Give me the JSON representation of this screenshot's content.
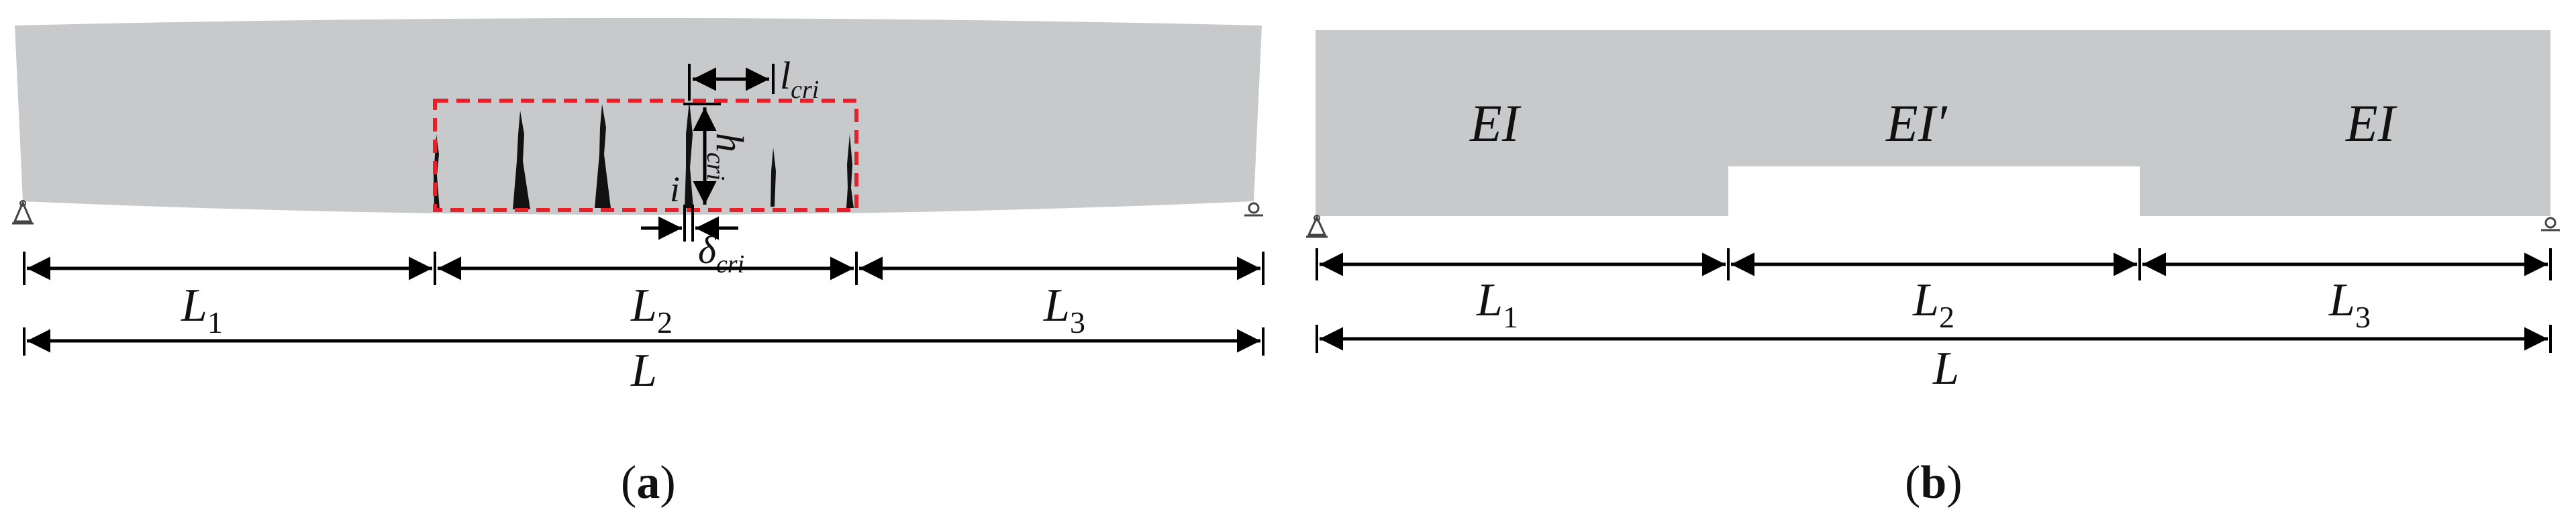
{
  "panel_a": {
    "caption_label": "a",
    "seg1": {
      "main": "L",
      "sub": "1"
    },
    "seg2": {
      "main": "L",
      "sub": "2"
    },
    "seg3": {
      "main": "L",
      "sub": "3"
    },
    "total": "L",
    "crack_spacing": {
      "main": "l",
      "sub": "cri"
    },
    "crack_height": {
      "main": "h",
      "sub": "cri"
    },
    "crack_index": "i",
    "crack_width": {
      "main": "δ",
      "sub": "cri"
    }
  },
  "panel_b": {
    "caption_label": "b",
    "stiffness_left": "EI",
    "stiffness_mid": "EI′",
    "stiffness_right": "EI",
    "seg1": {
      "main": "L",
      "sub": "1"
    },
    "seg2": {
      "main": "L",
      "sub": "2"
    },
    "seg3": {
      "main": "L",
      "sub": "3"
    },
    "total": "L"
  },
  "colors": {
    "beam": "#c8c9cb",
    "crack_box": "#e8202a",
    "crack": "#111111"
  }
}
